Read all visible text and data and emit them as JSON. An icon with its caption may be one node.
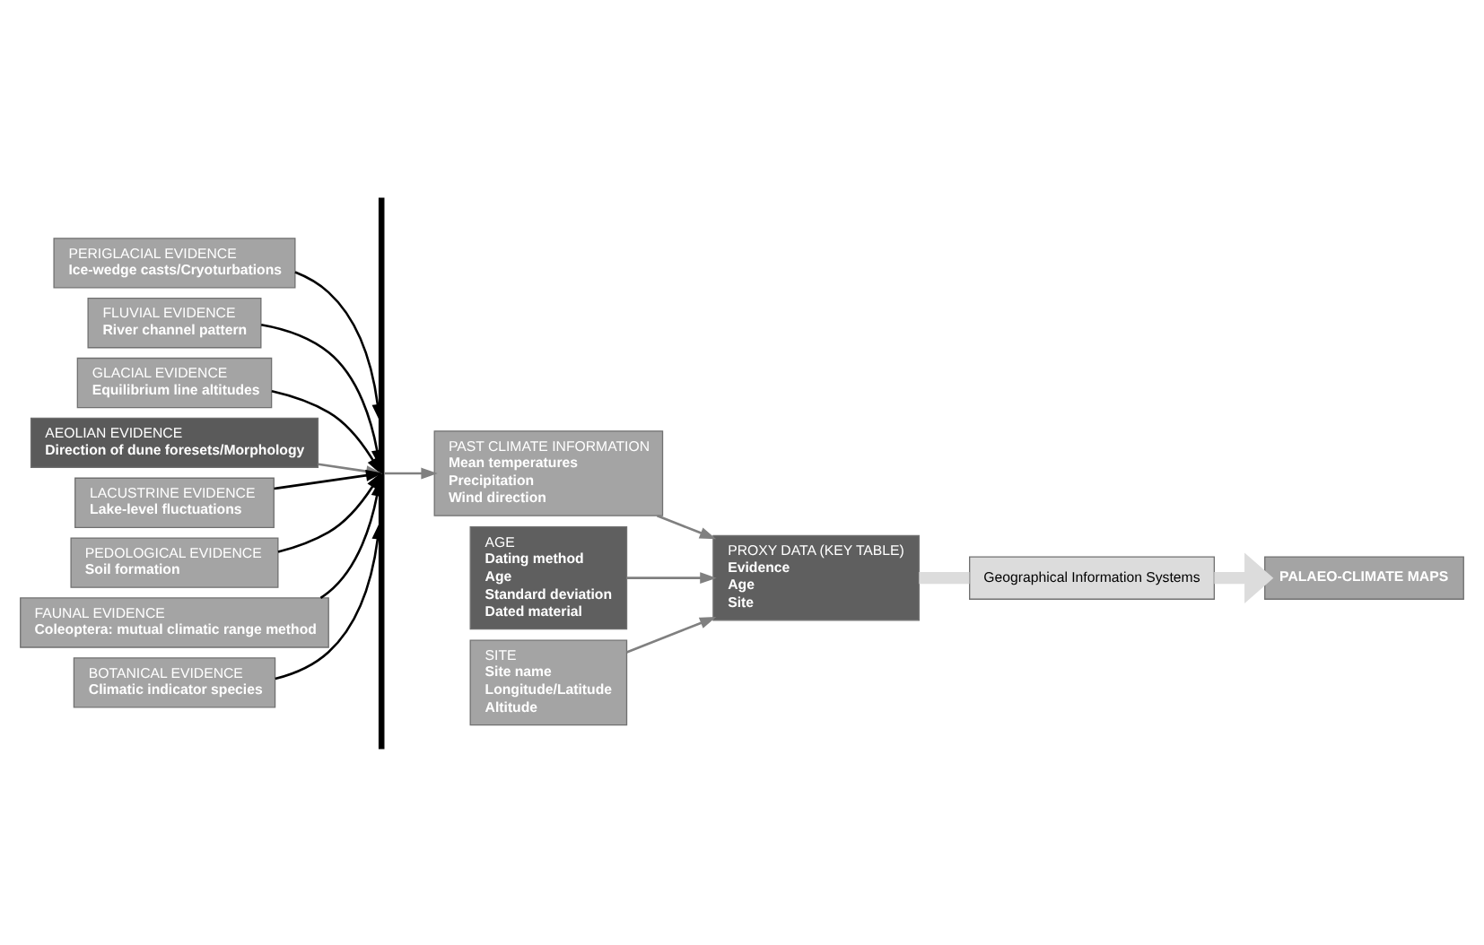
{
  "diagram": {
    "nodes": [
      {
        "text": [
          "PERIGLACIAL EVIDENCE",
          "Ice-wedge casts/Cryoturbations"
        ]
      },
      {
        "text": [
          "FLUVIAL EVIDENCE",
          "River channel pattern"
        ]
      },
      {
        "text": [
          "GLACIAL EVIDENCE",
          "Equilibrium line altitudes"
        ]
      },
      {
        "text": [
          "AEOLIAN EVIDENCE",
          "Direction of dune foresets/Morphology"
        ]
      },
      {
        "text": [
          "LACUSTRINE EVIDENCE",
          "Lake-level fluctuations"
        ]
      },
      {
        "text": [
          "PEDOLOGICAL EVIDENCE",
          "Soil formation"
        ]
      },
      {
        "text": [
          "FAUNAL EVIDENCE",
          "Coleoptera: mutual climatic range method"
        ]
      },
      {
        "text": [
          "BOTANICAL EVIDENCE",
          "Climatic indicator species"
        ]
      },
      {
        "text": [],
        "shape": "bar"
      },
      {
        "text": [
          "PAST CLIMATE INFORMATION",
          "Mean temperatures",
          "Precipitation",
          "Wind direction"
        ]
      },
      {
        "text": [
          "PROXY DATA (KEY TABLE)",
          "Evidence",
          "Age",
          "Site"
        ]
      },
      {
        "text": [
          "AGE",
          "Dating method",
          "Age",
          "Standard deviation",
          "Dated material"
        ]
      },
      {
        "text": [
          "SITE",
          "Site name",
          "Longitude/Latitude",
          "Altitude"
        ]
      },
      {
        "text": [
          "Geographical Information Systems"
        ]
      },
      {
        "text": [
          "PALAEO-CLIMATE MAPS"
        ]
      }
    ],
    "edges": [
      {
        "from": 0,
        "to": 8,
        "arrow": "to"
      },
      {
        "from": 1,
        "to": 8,
        "arrow": "to"
      },
      {
        "from": 2,
        "to": 8,
        "arrow": "to"
      },
      {
        "from": 3,
        "to": 8,
        "arrow": "to",
        "color": "#808080"
      },
      {
        "from": 4,
        "to": 8,
        "arrow": "to"
      },
      {
        "from": 5,
        "to": 8,
        "arrow": "to"
      },
      {
        "from": 6,
        "to": 8,
        "arrow": "to"
      },
      {
        "from": 7,
        "to": 8,
        "arrow": "to"
      },
      {
        "from": 8,
        "to": 9,
        "arrow": "to",
        "color": "#808080"
      },
      {
        "from": 9,
        "to": 10,
        "arrow": "to",
        "color": "#808080"
      },
      {
        "from": 11,
        "to": 10,
        "arrow": "to",
        "color": "#808080"
      },
      {
        "from": 12,
        "to": 10,
        "arrow": "to",
        "color": "#808080"
      },
      {
        "from": 10,
        "to": 13,
        "arrow": "none",
        "style": "thick",
        "color": "#dcdcdc"
      },
      {
        "from": 13,
        "to": 14,
        "arrow": "to",
        "style": "thick",
        "color": "#dcdcdc"
      }
    ]
  }
}
